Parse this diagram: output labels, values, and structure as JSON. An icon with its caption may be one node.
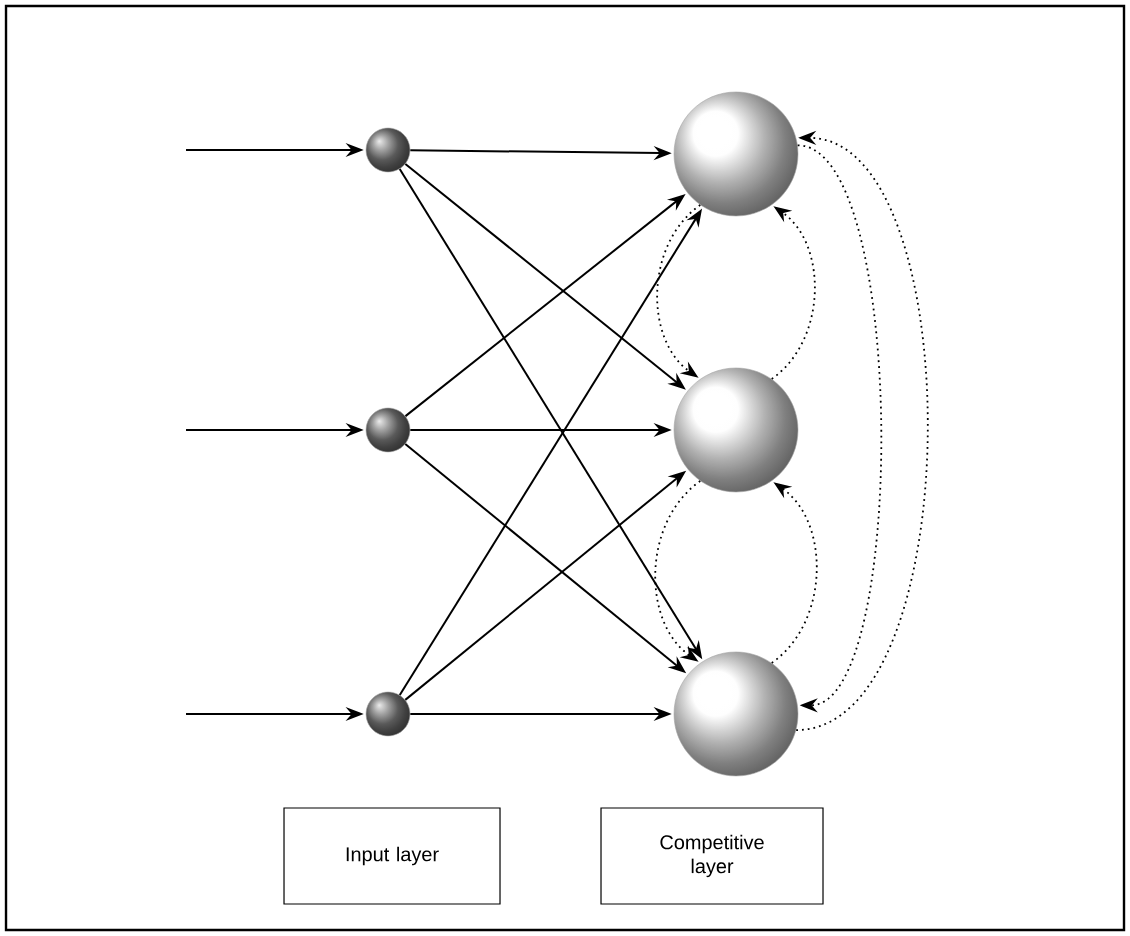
{
  "diagram": {
    "nodes": [
      {
        "text": [],
        "shape": "circle"
      },
      {
        "text": [],
        "shape": "circle"
      },
      {
        "text": [],
        "shape": "circle"
      },
      {
        "text": [],
        "shape": "circle"
      },
      {
        "text": [],
        "shape": "circle"
      },
      {
        "text": [],
        "shape": "circle"
      },
      {
        "text": [
          "Input layer"
        ]
      },
      {
        "text": [
          "Competitive layer"
        ]
      }
    ],
    "edges": [
      {
        "from": null,
        "to": 0,
        "arrow": "to"
      },
      {
        "from": null,
        "to": 1,
        "arrow": "to"
      },
      {
        "from": null,
        "to": 2,
        "arrow": "to"
      },
      {
        "from": 0,
        "to": 3,
        "arrow": "to"
      },
      {
        "from": 0,
        "to": 4,
        "arrow": "to"
      },
      {
        "from": 0,
        "to": 5,
        "arrow": "to"
      },
      {
        "from": 1,
        "to": 3,
        "arrow": "to"
      },
      {
        "from": 1,
        "to": 4,
        "arrow": "to"
      },
      {
        "from": 1,
        "to": 5,
        "arrow": "to"
      },
      {
        "from": 2,
        "to": 3,
        "arrow": "to"
      },
      {
        "from": 2,
        "to": 4,
        "arrow": "to"
      },
      {
        "from": 2,
        "to": 5,
        "arrow": "to"
      },
      {
        "from": 3,
        "to": 4,
        "arrow": "to",
        "style": "dashed"
      },
      {
        "from": 4,
        "to": 3,
        "arrow": "to",
        "style": "dashed"
      },
      {
        "from": 4,
        "to": 5,
        "arrow": "to",
        "style": "dashed"
      },
      {
        "from": 5,
        "to": 4,
        "arrow": "to",
        "style": "dashed"
      },
      {
        "from": 3,
        "to": 5,
        "arrow": "to",
        "style": "dashed"
      },
      {
        "from": 5,
        "to": 3,
        "arrow": "to",
        "style": "dashed"
      }
    ]
  }
}
